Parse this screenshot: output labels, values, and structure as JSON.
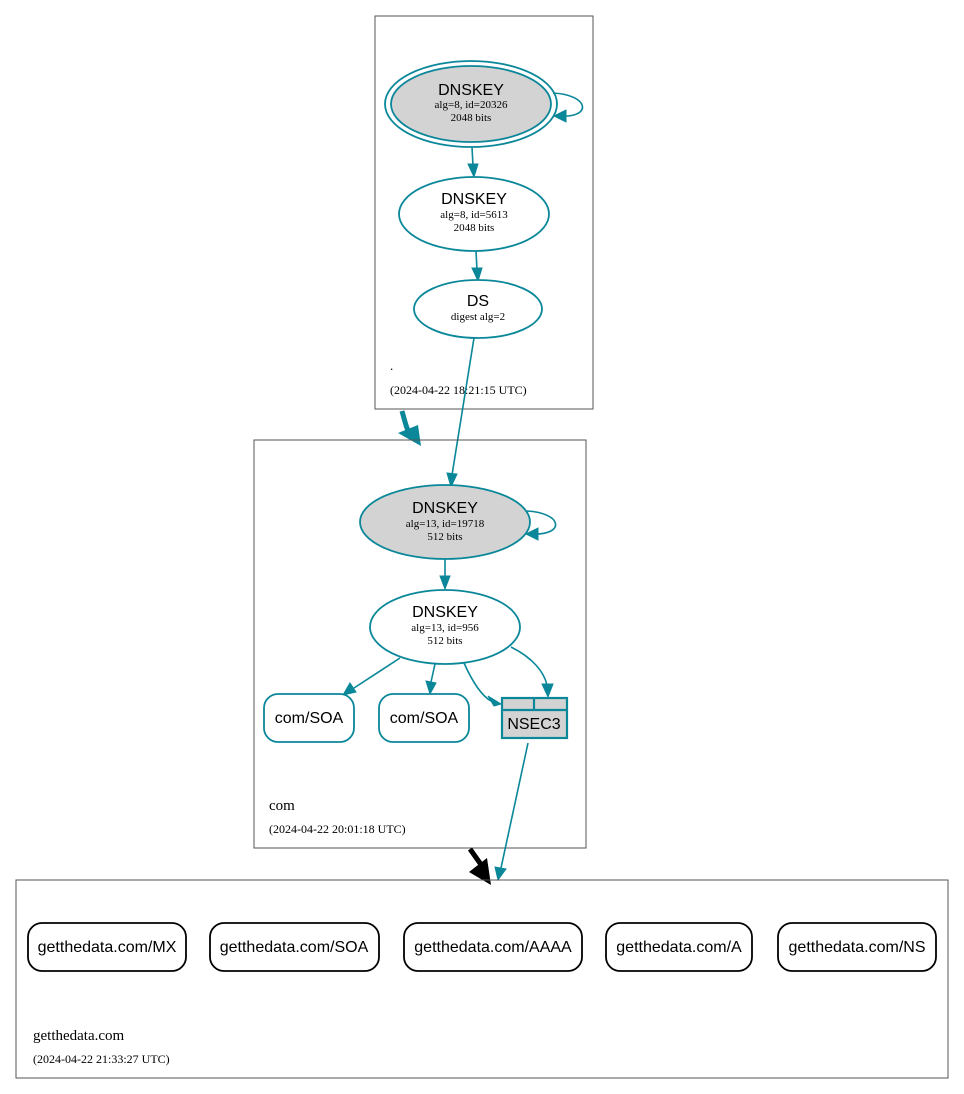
{
  "zones": {
    "root": {
      "name": ".",
      "timestamp": "(2024-04-22 18:21:15 UTC)"
    },
    "com": {
      "name": "com",
      "timestamp": "(2024-04-22 20:01:18 UTC)"
    },
    "getthedata": {
      "name": "getthedata.com",
      "timestamp": "(2024-04-22 21:33:27 UTC)"
    }
  },
  "nodes": {
    "root_ksk": {
      "title": "DNSKEY",
      "line1": "alg=8, id=20326",
      "line2": "2048 bits"
    },
    "root_zsk": {
      "title": "DNSKEY",
      "line1": "alg=8, id=5613",
      "line2": "2048 bits"
    },
    "root_ds": {
      "title": "DS",
      "line1": "digest alg=2"
    },
    "com_ksk": {
      "title": "DNSKEY",
      "line1": "alg=13, id=19718",
      "line2": "512 bits"
    },
    "com_zsk": {
      "title": "DNSKEY",
      "line1": "alg=13, id=956",
      "line2": "512 bits"
    },
    "com_soa_1": {
      "label": "com/SOA"
    },
    "com_soa_2": {
      "label": "com/SOA"
    },
    "nsec3": {
      "label": "NSEC3"
    }
  },
  "records": [
    "getthedata.com/MX",
    "getthedata.com/SOA",
    "getthedata.com/AAAA",
    "getthedata.com/A",
    "getthedata.com/NS"
  ],
  "colors": {
    "edge": "#0a8799",
    "node_fill_ksk": "#d3d3d3",
    "delegation_secure": "#0a8799",
    "delegation_insecure": "#000000"
  }
}
